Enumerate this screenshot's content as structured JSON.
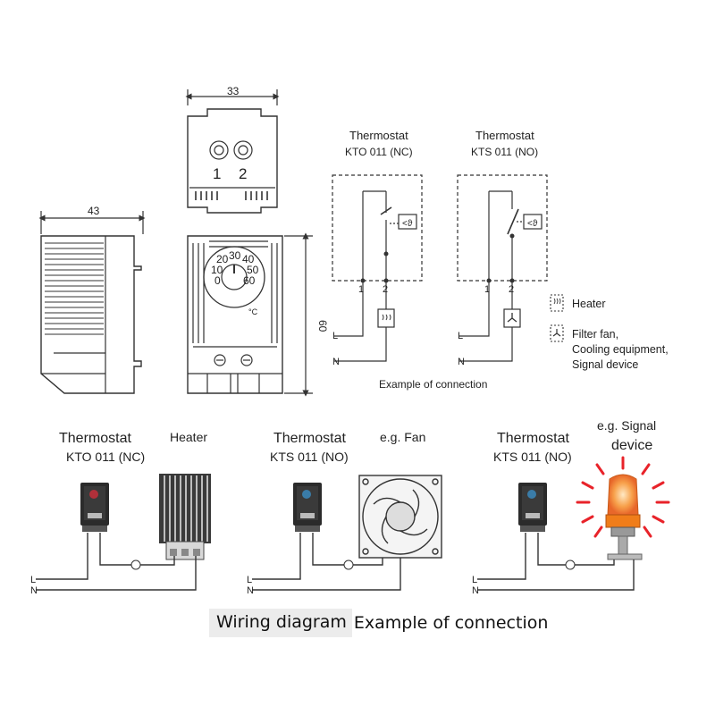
{
  "dimensions": {
    "top_width": "33",
    "side_width": "43",
    "height": "60"
  },
  "dial": {
    "scale": [
      "20",
      "30",
      "40",
      "10",
      "50",
      "0",
      "60"
    ],
    "unit": "°C"
  },
  "terminals": [
    "1",
    "2"
  ],
  "schematic": {
    "nc": {
      "title": "Thermostat",
      "model": "KTO 011 (NC)"
    },
    "no": {
      "title": "Thermostat",
      "model": "KTS 011 (NO)"
    },
    "theta_symbol": "<ϑ",
    "pin1": "1",
    "pin2": "2",
    "line_L": "L",
    "line_N": "N",
    "caption": "Example of connection"
  },
  "legend": {
    "heater": "Heater",
    "fan_lines": [
      "Filter fan,",
      "Cooling equipment,",
      "Signal device"
    ]
  },
  "wiring": {
    "panel1": {
      "title": "Thermostat",
      "model": "KTO 011 (NC)",
      "device": "Heater"
    },
    "panel2": {
      "title": "Thermostat",
      "model": "KTS 011 (NO)",
      "device": "e.g. Fan"
    },
    "panel3": {
      "title": "Thermostat",
      "model": "KTS 011 (NO)",
      "device_line1": "e.g. Signal",
      "device_line2": "device"
    },
    "line_L": "L",
    "line_N": "N"
  },
  "bottom_caption": {
    "boxed": "Wiring diagram",
    "rest": "Example of connection"
  },
  "colors": {
    "line": "#333333",
    "nc_knob": "#b0303a",
    "no_knob": "#3a7ca8",
    "signal_orange": "#f07d1a",
    "signal_rays": "#e8232a"
  }
}
